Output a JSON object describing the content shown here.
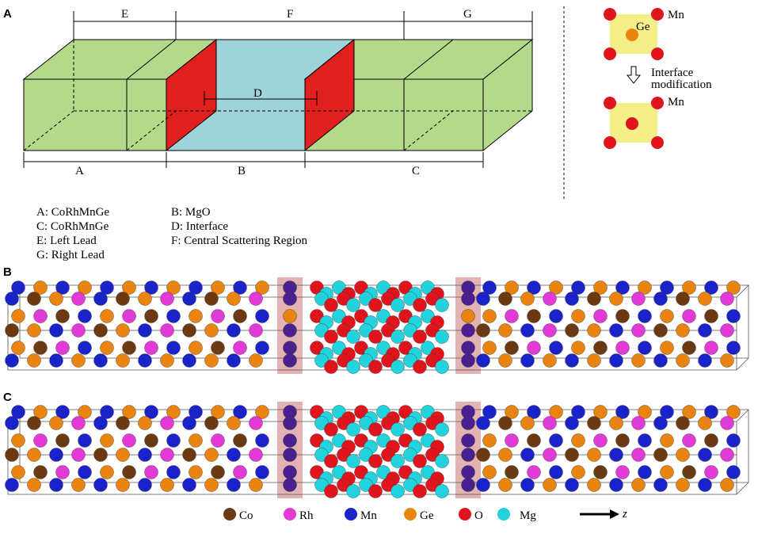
{
  "panels": {
    "a": "A",
    "b": "B",
    "c": "C"
  },
  "dimensions": {
    "E": "E",
    "F": "F",
    "G": "G",
    "D": "D",
    "A": "A",
    "B": "B",
    "C": "C"
  },
  "legend_lines": [
    {
      "left": "A: CoRhMnGe",
      "right": "B: MgO"
    },
    {
      "left": "C: CoRhMnGe",
      "right": "D: Interface"
    },
    {
      "left": "E: Left Lead",
      "right": "F: Central Scattering Region"
    },
    {
      "left": "G: Right Lead",
      "right": ""
    }
  ],
  "interface_inset": {
    "top_labels": {
      "mn": "Mn",
      "ge": "Ge"
    },
    "arrow_text": [
      "Interface",
      "modification"
    ],
    "bottom_labels": {
      "mn": "Mn"
    }
  },
  "species_legend": [
    {
      "symbol": "Co",
      "color": "#6b3a12"
    },
    {
      "symbol": "Rh",
      "color": "#e23ad6"
    },
    {
      "symbol": "Mn",
      "color": "#1a23c9"
    },
    {
      "symbol": "Ge",
      "color": "#e8840f"
    },
    {
      "symbol": "O",
      "color": "#e0141c"
    },
    {
      "symbol": "Mg",
      "color": "#22d3dd"
    }
  ],
  "axis_label": "z",
  "colors": {
    "lead_green": "#b5d98a",
    "mgo_cyan": "#9dd3d9",
    "interface_red": "#e0201e",
    "inset_yellow": "#f5ef8a",
    "highlight_pink": "#d99a9a",
    "interface_atom": "#4a1f8f"
  }
}
